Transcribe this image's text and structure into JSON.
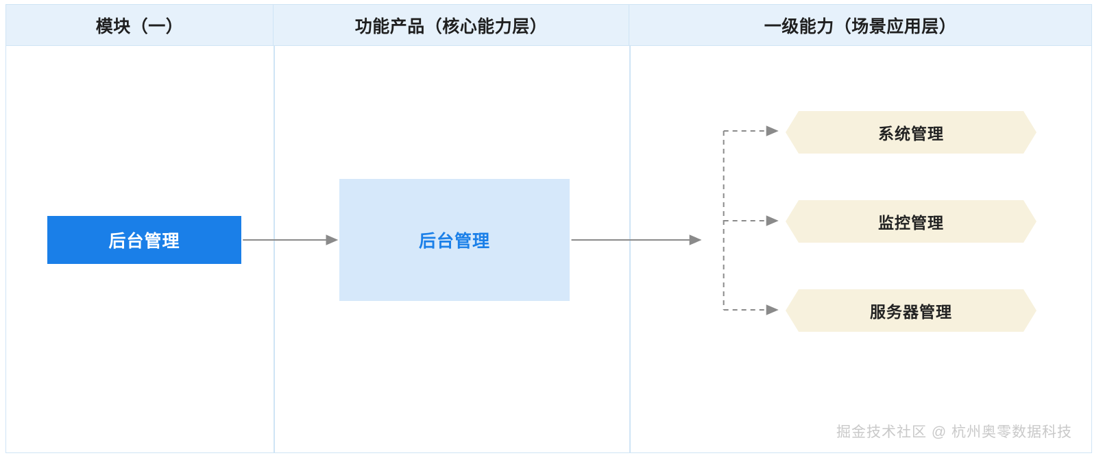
{
  "diagram": {
    "columns": [
      {
        "title": "模块（一）"
      },
      {
        "title": "功能产品（核心能力层）"
      },
      {
        "title": "一级能力（场景应用层）"
      }
    ],
    "module_node": {
      "label": "后台管理",
      "fill": "#1a7fe8",
      "text_color": "#ffffff"
    },
    "product_node": {
      "label": "后台管理",
      "fill": "#d6e8fa",
      "text_color": "#1a7fe8"
    },
    "capabilities": [
      {
        "label": "系统管理",
        "fill": "#f7f1dd",
        "text_color": "#222222"
      },
      {
        "label": "监控管理",
        "fill": "#f7f1dd",
        "text_color": "#222222"
      },
      {
        "label": "服务器管理",
        "fill": "#f7f1dd",
        "text_color": "#222222"
      }
    ],
    "connector_color": "#8a8a8a",
    "header_bg": "#e6f1fb",
    "border_color": "#cfe4f5"
  },
  "watermark": {
    "text": "掘金技术社区 @ 杭州奥零数据科技"
  }
}
